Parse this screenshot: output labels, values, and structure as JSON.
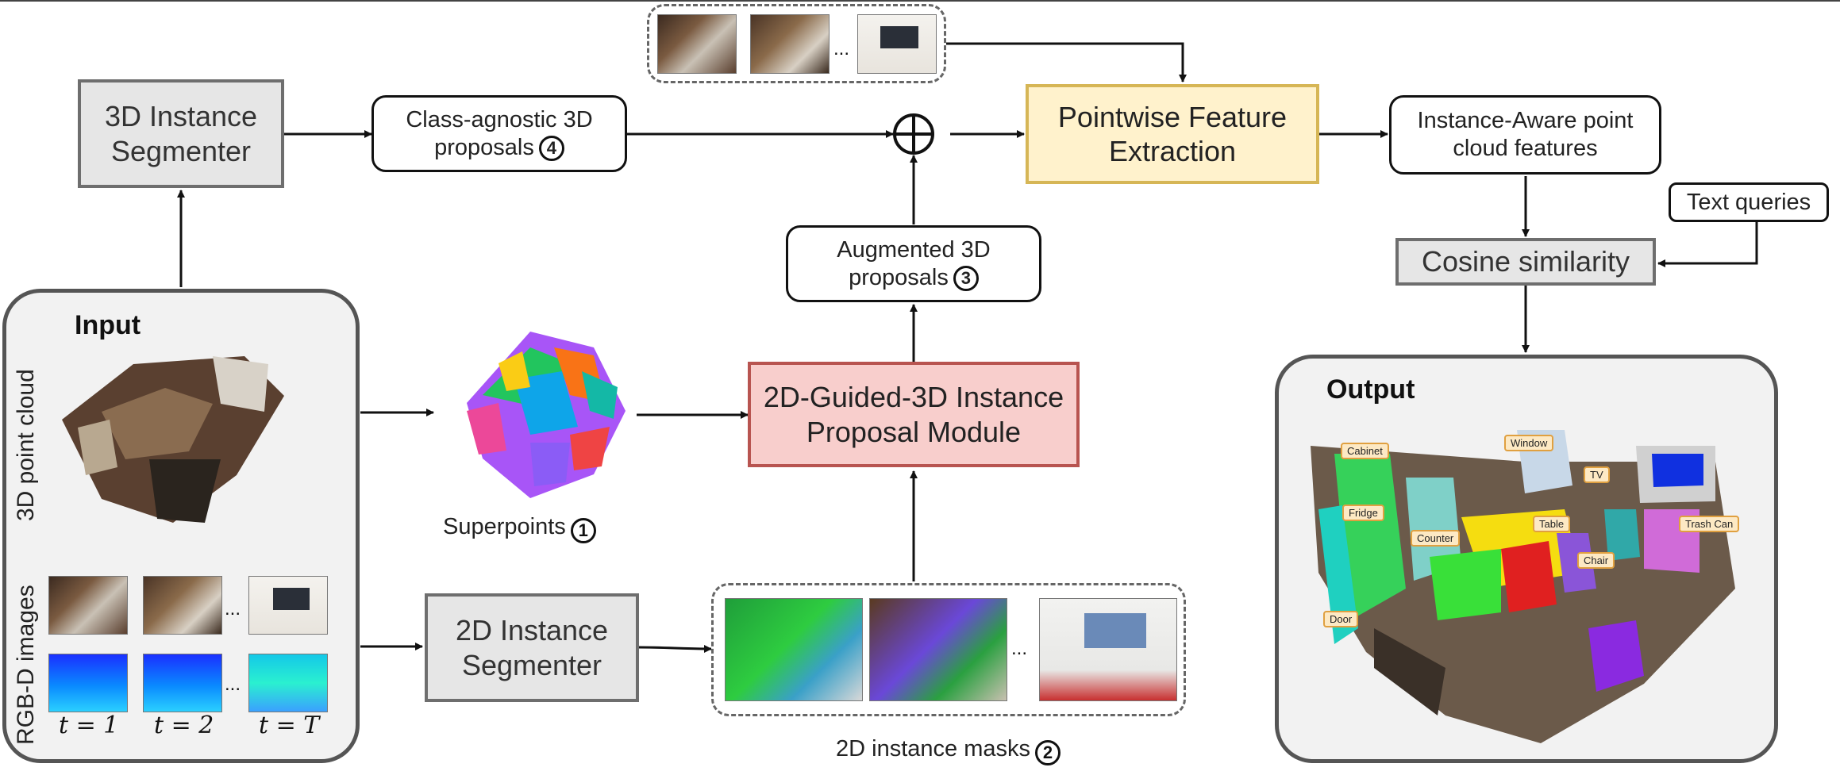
{
  "nodes": {
    "segmenter_3d": "3D Instance Segmenter",
    "class_agnostic": "Class-agnostic 3D proposals",
    "class_agnostic_num": "4",
    "pointwise": "Pointwise Feature Extraction",
    "instance_aware": "Instance-Aware point cloud features",
    "text_queries": "Text queries",
    "cosine": "Cosine similarity",
    "augmented": "Augmented 3D proposals",
    "augmented_num": "3",
    "guided": "2D-Guided-3D Instance Proposal Module",
    "segmenter_2d": "2D Instance Segmenter",
    "superpoints": "Superpoints",
    "superpoints_num": "1",
    "masks": "2D instance masks",
    "masks_num": "2",
    "ellipsis": "..."
  },
  "input_panel": {
    "title": "Input",
    "side_point_cloud": "3D point cloud",
    "side_rgbd": "RGB-D images",
    "time_labels": [
      "t = 1",
      "t = 2",
      "t = T"
    ]
  },
  "output_panel": {
    "title": "Output",
    "tags": [
      "Cabinet",
      "Window",
      "TV",
      "Fridge",
      "Table",
      "Trash Can",
      "Counter",
      "Chair",
      "Door"
    ]
  },
  "colors": {
    "gray_fill": "#e6e6e6",
    "yellow_fill": "#fff2cc",
    "yellow_border": "#d6b656",
    "red_fill": "#f8cecc",
    "red_border": "#b85450"
  }
}
